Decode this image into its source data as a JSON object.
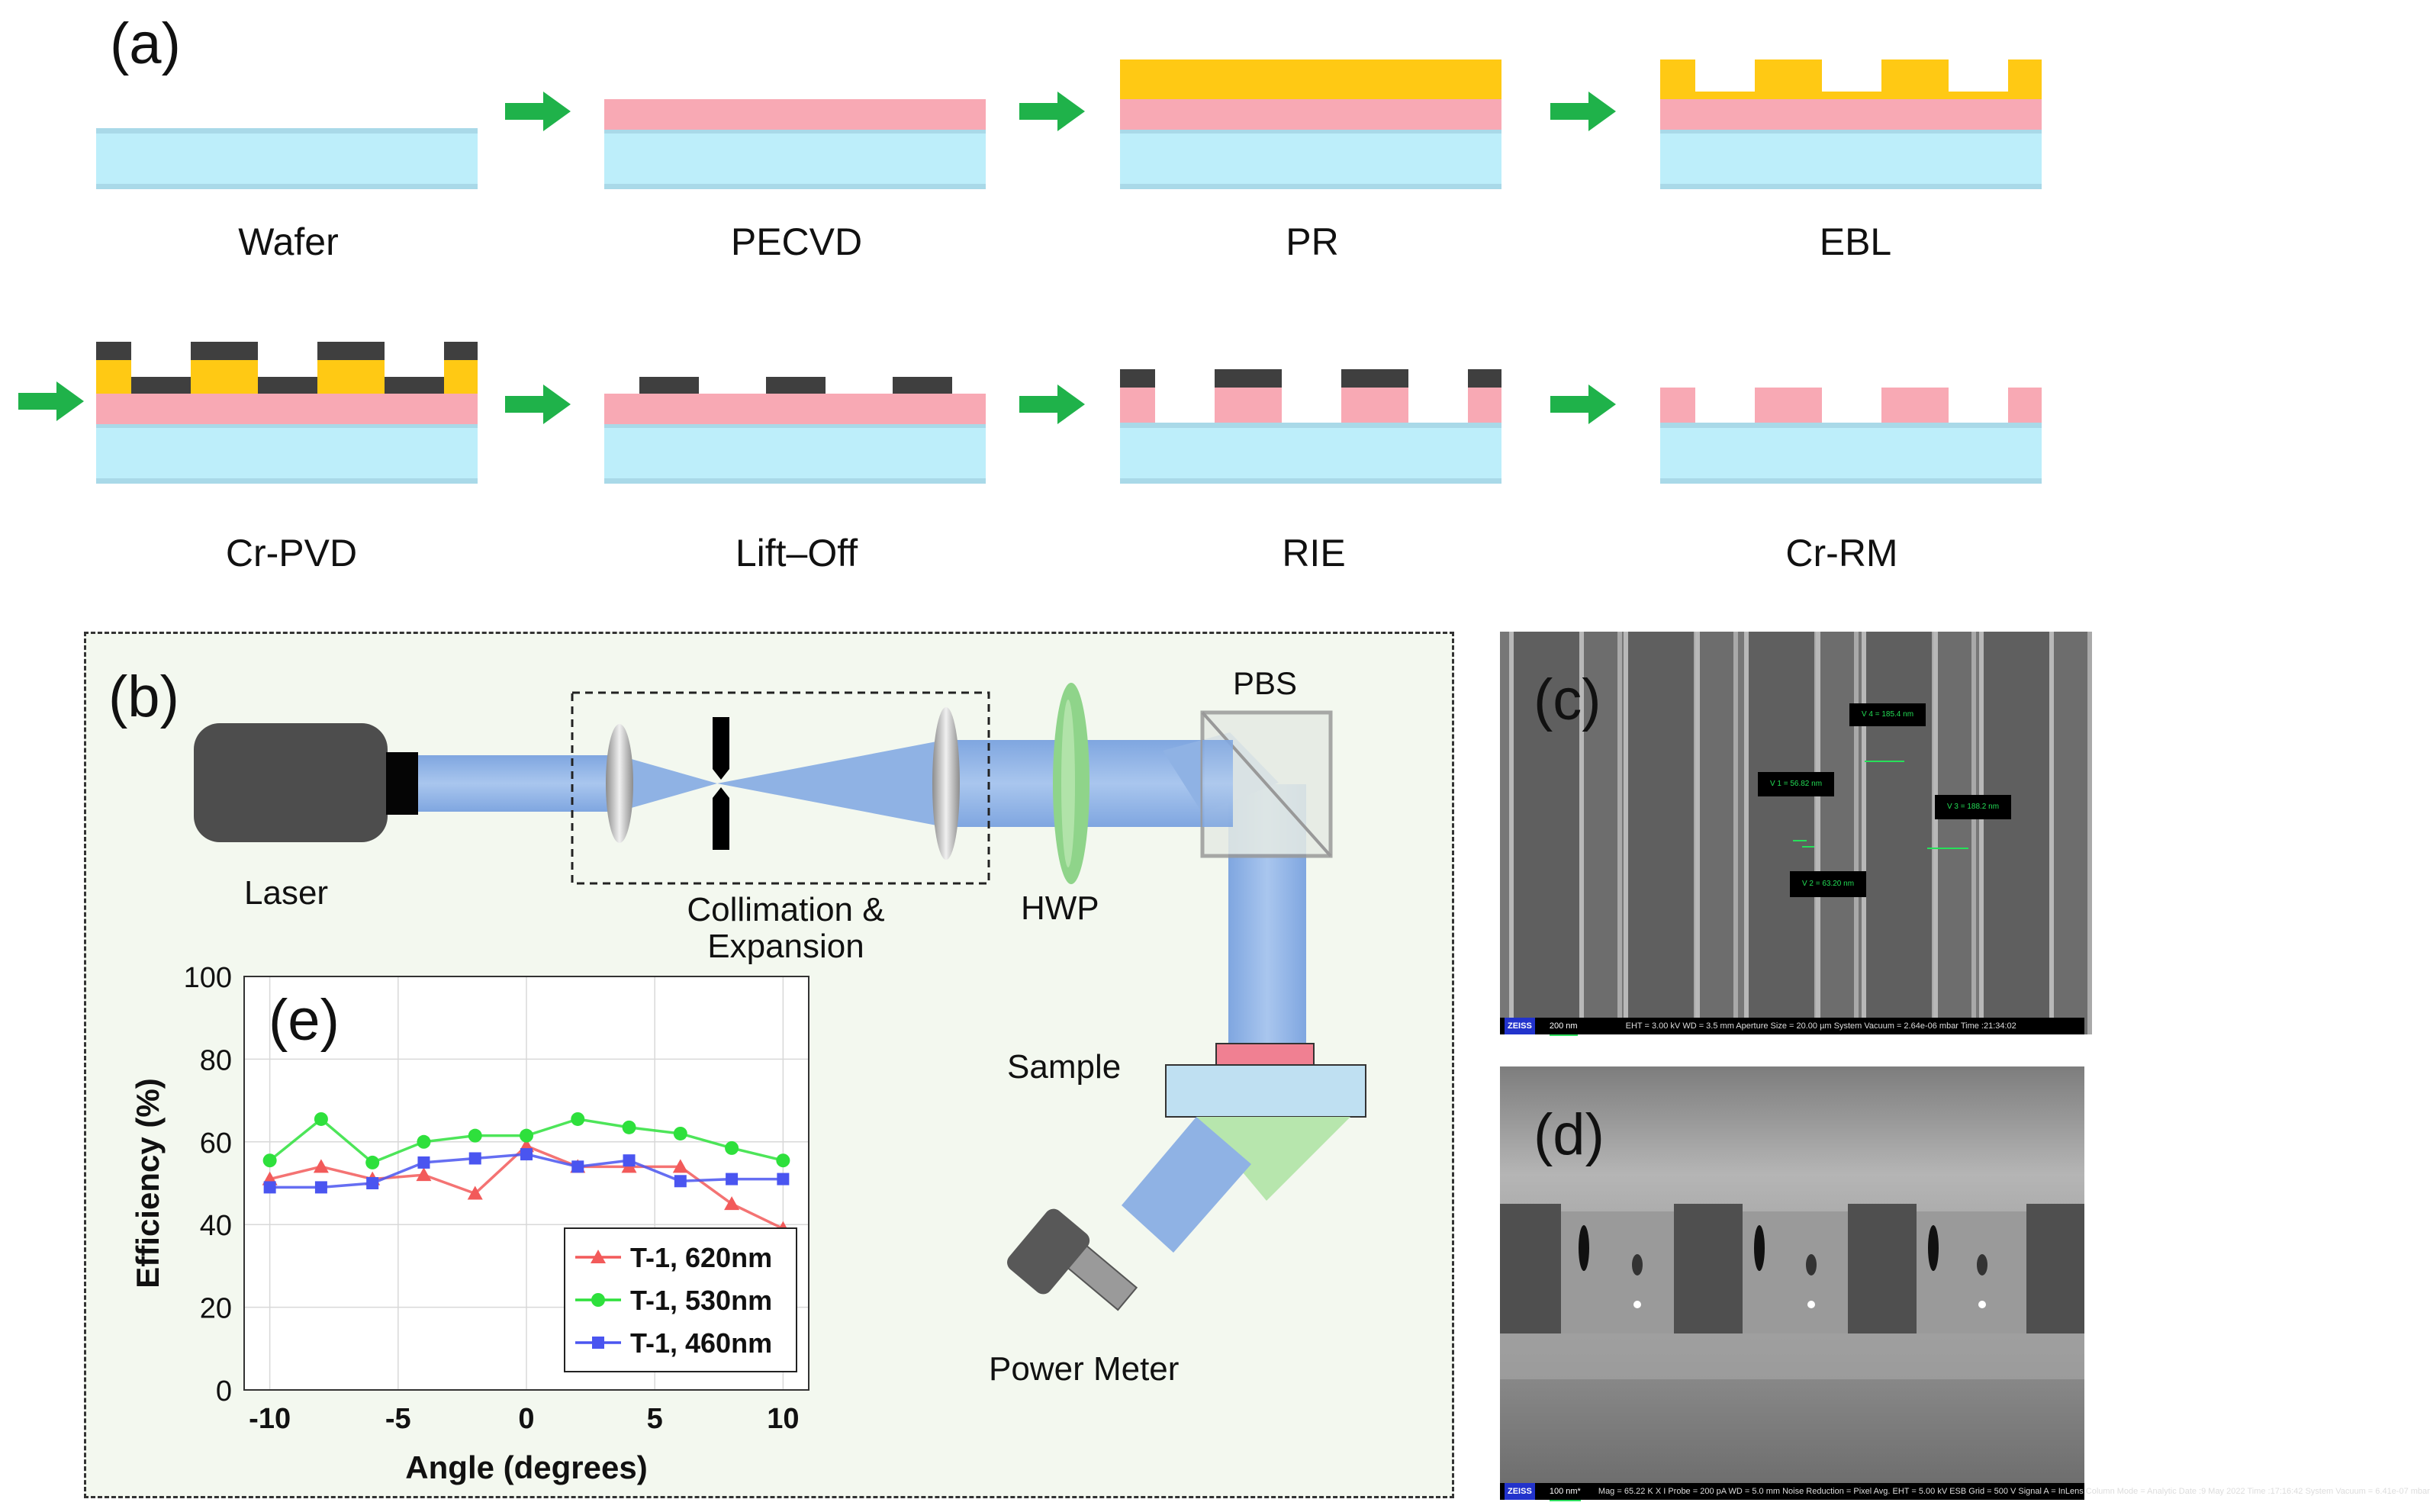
{
  "panel_a": {
    "letter": "(a)",
    "steps_row1": [
      "Wafer",
      "PECVD",
      "PR",
      "EBL"
    ],
    "steps_row2": [
      "Cr-PVD",
      "Lift–Off",
      "RIE",
      "Cr-RM"
    ],
    "colors": {
      "substrate": "#bdeefa",
      "substrate_edge": "#a9d9e8",
      "film": "#f8a9b4",
      "resist": "#ffc914",
      "chrome": "#3f3f3f",
      "arrow": "#1fb24a"
    }
  },
  "panel_b": {
    "letter": "(b)",
    "labels": {
      "laser": "Laser",
      "collimation": "Collimation &",
      "expansion": "Expansion",
      "hwp": "HWP",
      "pbs": "PBS",
      "sample": "Sample",
      "power_meter": "Power Meter"
    },
    "colors": {
      "background": "#f3f8ef",
      "beam": "#8fb2e4",
      "lens": "#b9b9b9",
      "hwp": "#8fd48a",
      "sample_top": "#f08092",
      "sample_base": "#bfe0f2",
      "diffracted": "#b7e6ad"
    }
  },
  "panel_c": {
    "letter": "(c)",
    "measurements": [
      "V 4 = 185.4 nm",
      "V 1 = 56.82 nm",
      "V 3 = 188.2 nm",
      "V 2 = 63.20 nm"
    ],
    "scale": "200 nm",
    "brand": "ZEISS",
    "info": "EHT = 3.00 kV    WD = 3.5 mm    Aperture Size = 20.00 µm    System Vacuum = 2.64e-06 mbar    Time :21:34:02"
  },
  "panel_d": {
    "letter": "(d)",
    "scale": "100 nm*",
    "brand": "ZEISS",
    "info": "Mag = 65.22 K X   I Probe = 200 pA   WD = 5.0 mm   Noise Reduction = Pixel Avg.   EHT = 5.00 kV   ESB Grid = 500 V   Signal A = InLens   Column Mode = Analytic   Date :9 May 2022   Time :17:16:42   System Vacuum = 6.41e-07 mbar"
  },
  "panel_e": {
    "letter": "(e)"
  },
  "chart_data": {
    "type": "line",
    "xlabel": "Angle (degrees)",
    "ylabel": "Efficiency (%)",
    "xlim": [
      -11,
      11
    ],
    "ylim": [
      0,
      100
    ],
    "xticks": [
      -10,
      -5,
      0,
      5,
      10
    ],
    "yticks": [
      0,
      20,
      40,
      60,
      80,
      100
    ],
    "x": [
      -10,
      -8,
      -6,
      -4,
      -2,
      0,
      2,
      4,
      6,
      8,
      10
    ],
    "grid": true,
    "legend_position": "bottom-right",
    "series": [
      {
        "name": "T-1, 620nm",
        "color": "#f25a5a",
        "marker": "triangle",
        "values": [
          51,
          54,
          51,
          52,
          47.5,
          59,
          54,
          54,
          54,
          45,
          39
        ]
      },
      {
        "name": "T-1, 530nm",
        "color": "#2ee03c",
        "marker": "circle",
        "values": [
          55.5,
          65.5,
          55,
          60,
          61.5,
          61.5,
          65.5,
          63.5,
          62,
          58.5,
          55.5
        ]
      },
      {
        "name": "T-1, 460nm",
        "color": "#4a55f0",
        "marker": "square",
        "values": [
          49,
          49,
          50,
          55,
          56,
          57,
          54,
          55.5,
          50.5,
          51,
          51
        ]
      }
    ]
  }
}
